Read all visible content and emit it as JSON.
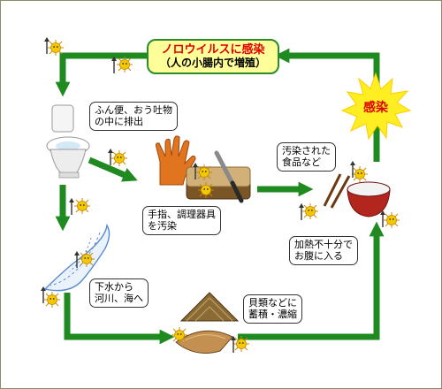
{
  "title": {
    "main": "ノロウイルスに感染",
    "sub": "（人の小腸内で増殖）"
  },
  "infection_label": "感染",
  "labels": {
    "excretion": [
      "ふん便、おう吐物",
      "の中に排出"
    ],
    "contamination": [
      "手指、調理器具",
      "を汚染"
    ],
    "sewage": [
      "下水から",
      "河川、海へ"
    ],
    "shellfish": [
      "貝類などに",
      "蓄積・濃縮"
    ],
    "food": [
      "汚染された",
      "食品など"
    ],
    "undercooked": [
      "加熱不十分で",
      "お腹に入る"
    ]
  },
  "colors": {
    "arrow": "#1f8a1f",
    "title_fill": "#ffff99",
    "title_text": "#e00000",
    "burst": "#ffee22",
    "virus": "#f4c800"
  }
}
